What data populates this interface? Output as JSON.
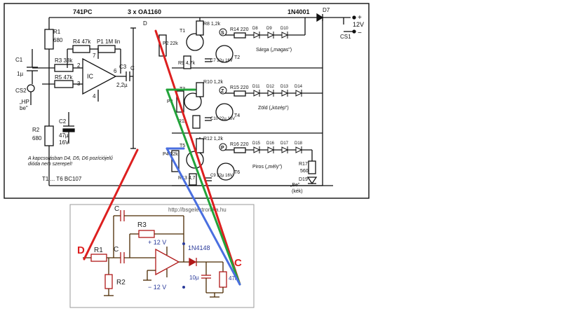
{
  "schematic": {
    "top_header": {
      "opamp": "741PC",
      "diodes": "3 x OA1160",
      "rectifier": "1N4001",
      "d7": "D7"
    },
    "supply": {
      "voltage": "12V",
      "plus": "+",
      "minus": "−",
      "switch": "CS1"
    },
    "left_components": {
      "r1": "R1",
      "r1_val": "680",
      "c1": "C1",
      "c1_val": "1µ",
      "r3": "R3 33k",
      "r4": "R4 47k",
      "p1": "P1 1M lin",
      "r5": "R5 47k",
      "ic": "IC",
      "pin7": "7",
      "pin2": "2",
      "pin3": "3",
      "pin6": "6",
      "pin4": "4",
      "c3": "C3",
      "c3_val": "2,2µ",
      "cs2": "CS2",
      "hp": "„HP\nbe\"",
      "c2": "C2",
      "c2_val": "47µ",
      "c2_v": "16V",
      "r2": "R2",
      "r2_val": "680",
      "note": "A kapcsolásban D4, D5, D6 pozíciójelű\ndióda nem szerepel!",
      "transistors": "T1 ... T6   BC107",
      "c_mark": "C",
      "d_mark": "D"
    },
    "channels": [
      {
        "pot": "P2 22k",
        "r_top": "R8 1,2k",
        "r_emitter": "R9 4,7k",
        "led_r": "R14 220",
        "cap": "C7 22µ 16V",
        "circle": "S",
        "t_a": "T1",
        "t_b": "T2",
        "leds": [
          "D8",
          "D9",
          "D10"
        ],
        "label": "Sárga („magas\")"
      },
      {
        "pot": "P3",
        "r_top": "R10 1,2k",
        "r_emitter": "R11",
        "led_r": "R15 220",
        "cap": "C10 22µ 16V",
        "circle": "Z",
        "t_a": "T3",
        "t_b": "T4",
        "leds": [
          "D11",
          "D12",
          "D13",
          "D14"
        ],
        "label": "Zöld („közép\")"
      },
      {
        "pot": "P4 22k",
        "r_top": "R12 1,2k",
        "r_emitter": "R13 4,7",
        "led_r": "R16 220",
        "cap": "C9 22µ 16V",
        "circle": "P",
        "t_a": "T5",
        "t_b": "T6",
        "leds": [
          "D15",
          "D16",
          "D17",
          "D18"
        ],
        "label": "Piros („mély\")"
      }
    ],
    "power_led": {
      "r": "R17",
      "r_val": "560",
      "d": "D19",
      "label": "„Be\"\n(kék)"
    }
  },
  "inset": {
    "url": "http://bsgelektronika.hu",
    "c_top": "C",
    "r3": "R3",
    "r1": "R1",
    "c_mid": "C",
    "r2": "R2",
    "plus_supply": "+ 12 V",
    "minus_supply": "− 12 V",
    "diode": "1N4148",
    "cap": "10µ",
    "pot": "47k",
    "c_mark": "C",
    "d_mark": "D"
  },
  "colors": {
    "ink": "#111111",
    "red_line": "#dd1f1f",
    "green_line": "#22a33a",
    "blue_line": "#4a6fe0",
    "inset_border": "#9a9a9a",
    "inset_wire": "#4a2a00",
    "inset_comp": "#b01818",
    "inset_text": "#222222",
    "inset_blue_text": "#2a3a9a"
  }
}
